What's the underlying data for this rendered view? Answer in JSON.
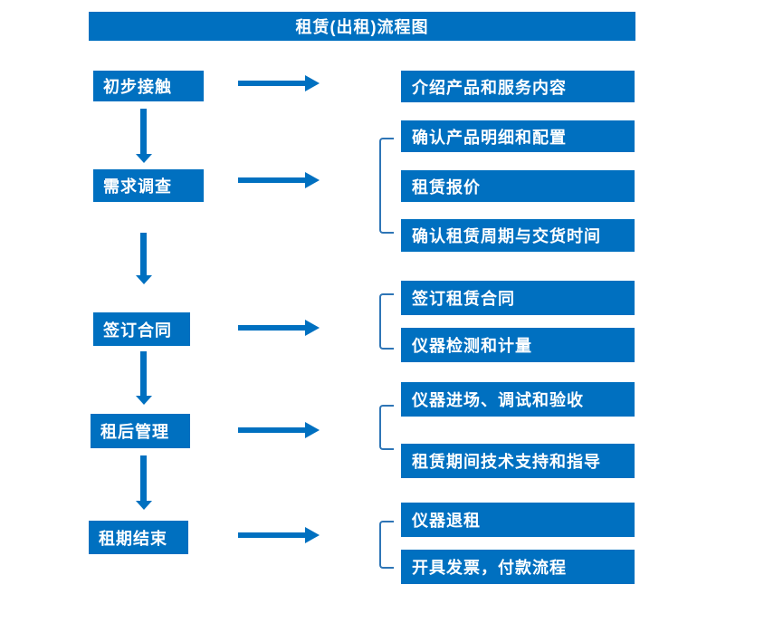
{
  "title": "租赁(出租)流程图",
  "colors": {
    "primary_blue": "#0070C0",
    "bracket_blue": "#2E75B6",
    "text": "#FFFFFF",
    "background": "#FFFFFF"
  },
  "flow": {
    "steps": [
      {
        "label": "初步接触",
        "details": [
          "介绍产品和服务内容"
        ]
      },
      {
        "label": "需求调查",
        "details": [
          "确认产品明细和配置",
          "租赁报价",
          "确认租赁周期与交货时间"
        ]
      },
      {
        "label": "签订合同",
        "details": [
          "签订租赁合同",
          "仪器检测和计量"
        ]
      },
      {
        "label": "租后管理",
        "details": [
          "仪器进场、调试和验收",
          "租赁期间技术支持和指导"
        ]
      },
      {
        "label": "租期结束",
        "details": [
          "仪器退租",
          "开具发票，付款流程"
        ]
      }
    ]
  }
}
